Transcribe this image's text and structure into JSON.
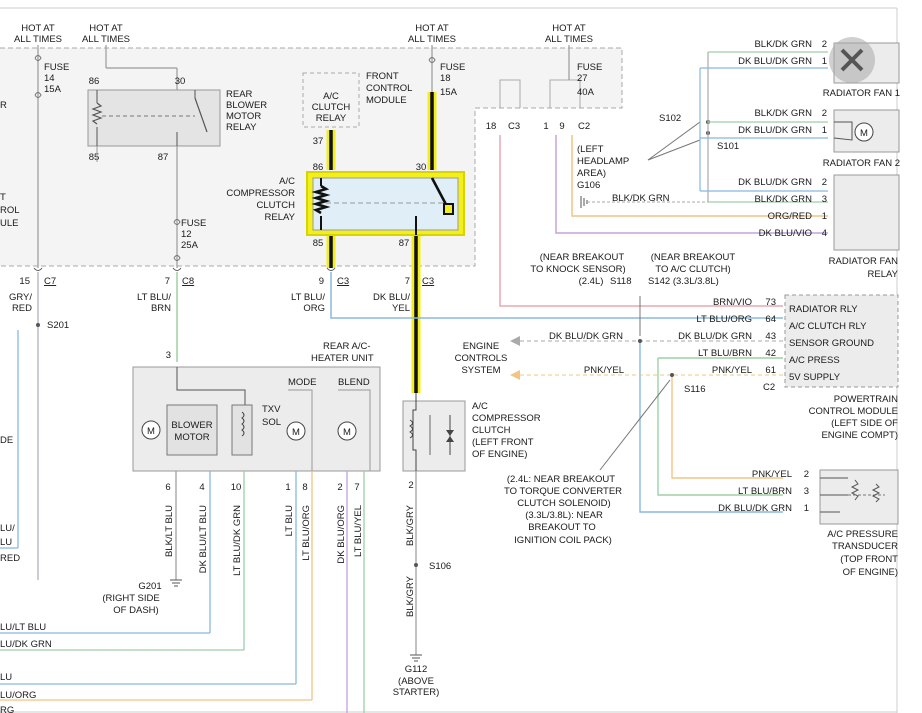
{
  "colors": {
    "highlight": "#f2ef1c",
    "wire": "#1a1a1a",
    "module_fill": "#dfeef7",
    "pink": "#e8a7b3",
    "green": "#9fcfa7",
    "blue": "#88b8df",
    "violet": "#c4a3dc",
    "orange": "#f2c486",
    "gray": "#b8b8b8"
  },
  "icons": {
    "close": "close-icon",
    "motor": "motor-icon",
    "coil": "relay-coil-icon",
    "ground": "ground-icon"
  },
  "power": {
    "hot1": [
      "HOT AT",
      "ALL TIMES"
    ],
    "hot2": [
      "HOT AT",
      "ALL TIMES"
    ],
    "hot3": [
      "HOT AT",
      "ALL TIMES"
    ],
    "hot4": [
      "HOT AT",
      "ALL TIMES"
    ],
    "fuse14": [
      "FUSE",
      "14",
      "15A"
    ],
    "fuse18": [
      "FUSE",
      "18",
      "15A"
    ],
    "fuse27": [
      "FUSE",
      "27",
      "40A"
    ],
    "fuse12": [
      "FUSE",
      "12",
      "25A"
    ]
  },
  "relays": {
    "rear_blower": [
      "REAR",
      "BLOWER",
      "MOTOR",
      "RELAY"
    ],
    "ac_clutch_box": [
      "A/C",
      "CLUTCH",
      "RELAY"
    ],
    "fcm": [
      "FRONT",
      "CONTROL",
      "MODULE"
    ],
    "compressor": [
      "A/C",
      "COMPRESSOR",
      "CLUTCH",
      "RELAY"
    ]
  },
  "pins": {
    "p86a": "86",
    "p30a": "30",
    "p85a": "85",
    "p87a": "87",
    "p37": "37",
    "p86b": "86",
    "p30b": "30",
    "p85b": "85",
    "p87b": "87"
  },
  "connectors": {
    "c7_pin": "15",
    "c7": "C7",
    "c8_pin": "7",
    "c8": "C8",
    "c3a_pin": "9",
    "c3a": "C3",
    "c3b_pin": "7",
    "c3b": "C3",
    "c3c_pin": "18",
    "c3c": "C3",
    "c2_pin1": "1",
    "c2_pin2": "9",
    "c2": "C2",
    "pcm_c2": "C2"
  },
  "wires": {
    "gry_red": [
      "GRY/",
      "RED"
    ],
    "lt_blu_brn": [
      "LT BLU/",
      "BRN"
    ],
    "lt_blu_org": [
      "LT BLU/",
      "ORG"
    ],
    "dk_blu_yel": [
      "DK BLU/",
      "YEL"
    ],
    "blk_dk_grn": "BLK/DK GRN"
  },
  "splices": {
    "s201": "S201",
    "s102": "S102",
    "s101": "S101",
    "s118": "S118",
    "s142": "S142 (3.3L/3.8L)",
    "s116": "S116",
    "s106": "S106"
  },
  "grounds": {
    "g106": [
      "(LEFT",
      "HEADLAMP",
      "AREA)",
      "G106"
    ],
    "g201": [
      "G201",
      "(RIGHT SIDE",
      "OF DASH)"
    ],
    "g112": [
      "G112",
      "(ABOVE",
      "STARTER)"
    ]
  },
  "notes": {
    "knock": [
      "(NEAR BREAKOUT",
      "TO KNOCK SENSOR)",
      "(2.4L)"
    ],
    "ac_clutch_brk": [
      "(NEAR BREAKOUT",
      "TO A/C CLUTCH)"
    ],
    "tcc": [
      "(2.4L: NEAR BREAKOUT",
      "TO TORQUE CONVERTER",
      "CLUTCH SOLENOID)",
      "(3.3L/3.8L): NEAR",
      "BREAKOUT TO",
      "IGNITION COIL PACK)"
    ]
  },
  "fans": {
    "fan1": "RADIATOR FAN 1",
    "fan2": "RADIATOR FAN 2",
    "relay": [
      "RADIATOR FAN",
      "RELAY"
    ],
    "fan1_wires": [
      {
        "label": "BLK/DK GRN",
        "pin": "2"
      },
      {
        "label": "DK BLU/DK GRN",
        "pin": "1"
      }
    ],
    "fan2_wires": [
      {
        "label": "BLK/DK GRN",
        "pin": "2"
      },
      {
        "label": "DK BLU/DK GRN",
        "pin": "1"
      }
    ],
    "relay_wires": [
      {
        "label": "DK BLU/DK GRN",
        "pin": "2"
      },
      {
        "label": "BLK/DK GRN",
        "pin": "3"
      },
      {
        "label": "ORG/RED",
        "pin": "1"
      },
      {
        "label": "DK BLU/VIO",
        "pin": "4"
      }
    ]
  },
  "pcm": {
    "title": [
      "POWERTRAIN",
      "CONTROL MODULE",
      "(LEFT SIDE OF",
      "ENGINE COMPT)"
    ],
    "wires": [
      {
        "label": "BRN/VIO",
        "pin": "73",
        "func": "RADIATOR RLY"
      },
      {
        "label": "LT BLU/ORG",
        "pin": "64",
        "func": "A/C CLUTCH RLY"
      },
      {
        "label": "DK BLU/DK GRN",
        "pin": "43",
        "func": "SENSOR GROUND"
      },
      {
        "label": "LT BLU/BRN",
        "pin": "42",
        "func": "A/C PRESS"
      },
      {
        "label": "PNK/YEL",
        "pin": "61",
        "func": "5V SUPPLY"
      }
    ]
  },
  "ecs": {
    "title": [
      "ENGINE",
      "CONTROLS",
      "SYSTEM"
    ],
    "wire1": "DK BLU/DK GRN",
    "wire2": "PNK/YEL"
  },
  "transducer": {
    "title": [
      "A/C PRESSURE",
      "TRANSDUCER",
      "(TOP FRONT",
      "OF ENGINE)"
    ],
    "wires": [
      {
        "label": "PNK/YEL",
        "pin": "2"
      },
      {
        "label": "LT BLU/BRN",
        "pin": "3"
      },
      {
        "label": "DK BLU/DK GRN",
        "pin": "1"
      }
    ]
  },
  "heater": {
    "title": [
      "REAR A/C-",
      "HEATER UNIT"
    ],
    "pin_top": "3",
    "blower": [
      "BLOWER",
      "MOTOR"
    ],
    "txv": [
      "TXV",
      "SOL"
    ],
    "mode": "MODE",
    "blend": "BLEND",
    "pins": [
      {
        "pin": "6",
        "label": "BLK/LT BLU"
      },
      {
        "pin": "4",
        "label": "DK BLU/LT BLU"
      },
      {
        "pin": "10",
        "label": "LT BLU/DK GRN"
      },
      {
        "pin": "1",
        "label": "LT BLU"
      },
      {
        "pin": "8",
        "label": "LT BLU/ORG"
      },
      {
        "pin": "2",
        "label": "DK BLU/ORG"
      },
      {
        "pin": "7",
        "label": "LT BLU/YEL"
      }
    ]
  },
  "compressor_clutch": {
    "title": [
      "A/C",
      "COMPRESSOR",
      "CLUTCH",
      "(LEFT FRONT",
      "OF ENGINE)"
    ],
    "pin": "2",
    "wire1": "BLK/GRY",
    "wire2": "BLK/GRY"
  },
  "left_edge": {
    "items": [
      "R",
      "T",
      "ROL",
      "ULE",
      "DE",
      "LU/",
      "LU",
      "RED"
    ],
    "bottom": [
      "LU/LT BLU",
      "LU/DK GRN",
      "LU",
      "LU/ORG",
      "RG"
    ]
  }
}
